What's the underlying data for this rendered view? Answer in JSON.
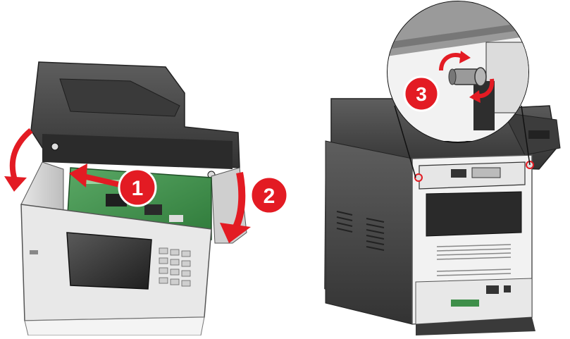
{
  "figure": {
    "steps": [
      {
        "number": "1",
        "badge_color": "#e31b23",
        "arrow_color": "#e31b23"
      },
      {
        "number": "2",
        "badge_color": "#e31b23",
        "arrow_color": "#e31b23"
      },
      {
        "number": "3",
        "badge_color": "#e31b23",
        "arrow_color": "#e31b23"
      }
    ],
    "colors": {
      "printer_dark": "#4a4a4a",
      "printer_mid": "#6e6e6e",
      "printer_light": "#d9d9d9",
      "board_green": "#3f8f4a",
      "screen": "#3a3a3a",
      "white_panel": "#f2f2f2"
    },
    "icons": [
      "printer-front-open",
      "printer-rear",
      "thumbscrew-icon",
      "arrow-icon"
    ]
  }
}
